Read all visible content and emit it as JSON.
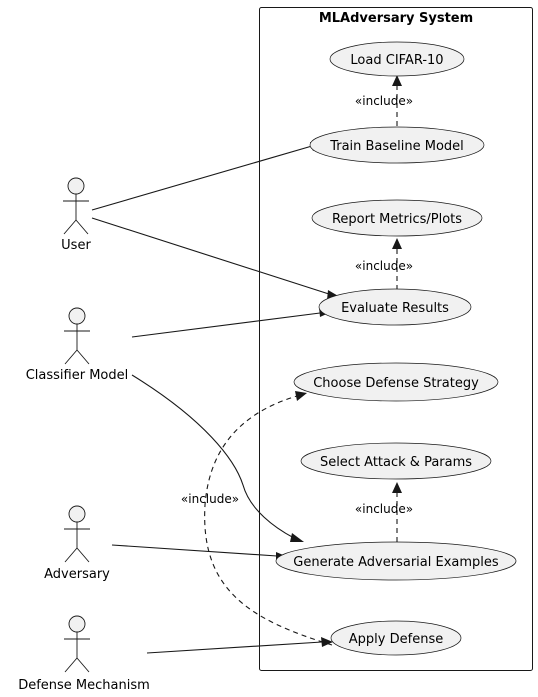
{
  "system": {
    "title": "MLAdversary System"
  },
  "actors": {
    "user": "User",
    "classifier": "Classifier Model",
    "adversary": "Adversary",
    "defense": "Defense Mechanism"
  },
  "use_cases": {
    "load_cifar": "Load CIFAR-10",
    "train_baseline": "Train Baseline Model",
    "report_metrics": "Report Metrics/Plots",
    "evaluate_results": "Evaluate Results",
    "choose_defense": "Choose Defense Strategy",
    "select_attack": "Select Attack & Params",
    "generate_adversarial": "Generate Adversarial Examples",
    "apply_defense": "Apply Defense"
  },
  "relations": {
    "include_label": "«include»"
  },
  "colors": {
    "use_case_fill": "#f1f1f1",
    "stroke": "#181818",
    "background": "#ffffff"
  }
}
